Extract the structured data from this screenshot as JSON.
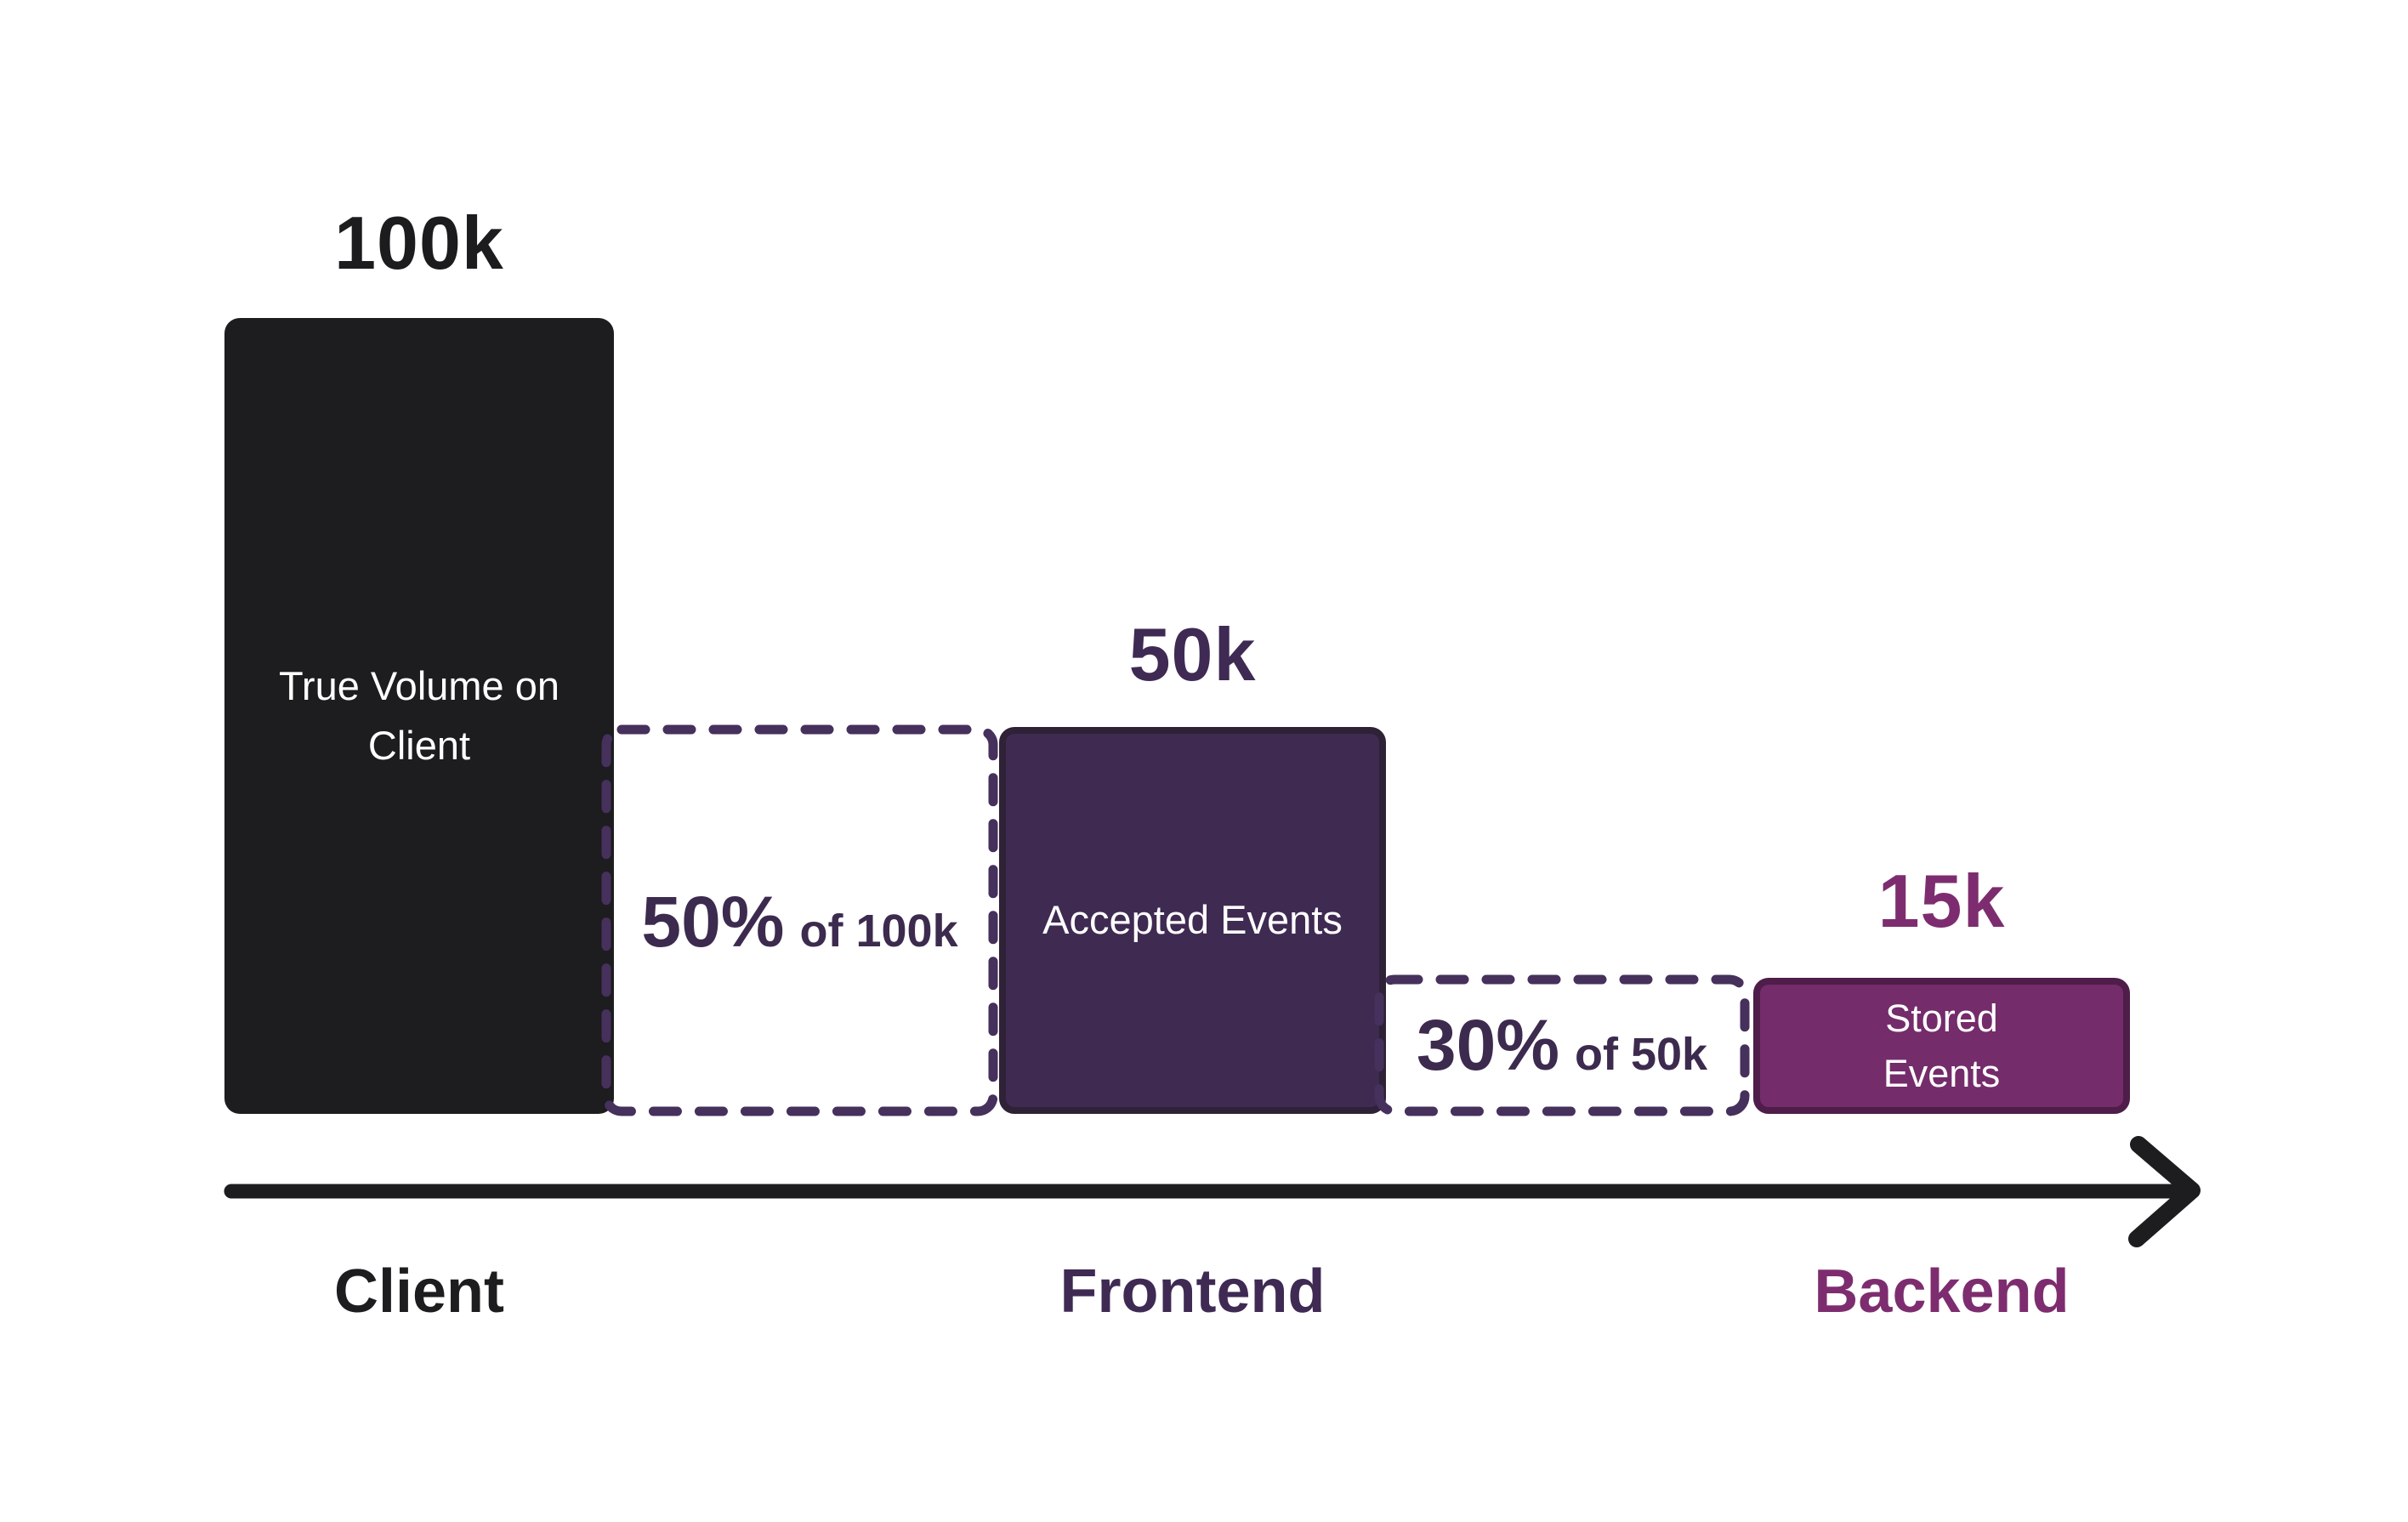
{
  "chart_data": {
    "type": "bar",
    "subtype": "funnel-steps",
    "categories": [
      "Client",
      "Frontend",
      "Backend"
    ],
    "values": [
      100000,
      50000,
      15000
    ],
    "value_labels": [
      "100k",
      "50k",
      "15k"
    ],
    "bar_labels": [
      "True Volume on Client",
      "Accepted Events",
      "Stored Events"
    ],
    "drops": [
      {
        "from": "Client",
        "to": "Frontend",
        "percent": "50%",
        "of_label": "of 100k"
      },
      {
        "from": "Frontend",
        "to": "Backend",
        "percent": "30%",
        "of_label": "of 50k"
      }
    ],
    "x_axis": {
      "style": "arrow",
      "direction": "right"
    },
    "grid": false,
    "legend": false,
    "ylim": [
      0,
      100000
    ],
    "colors": {
      "background": "#ffffff",
      "client_bar": "#1d1c1e",
      "frontend_bar": "#3f2a52",
      "frontend_bar_border": "#2f2136",
      "backend_bar": "#742c6b",
      "backend_bar_border": "#4e1d49",
      "dashed_outline": "#46305c",
      "drop_text": "#3c2b4e",
      "client_text": "#1d1c1e",
      "frontend_text": "#3f2a54",
      "backend_text": "#7d2d6f",
      "axis": "#1d1c1e"
    }
  }
}
